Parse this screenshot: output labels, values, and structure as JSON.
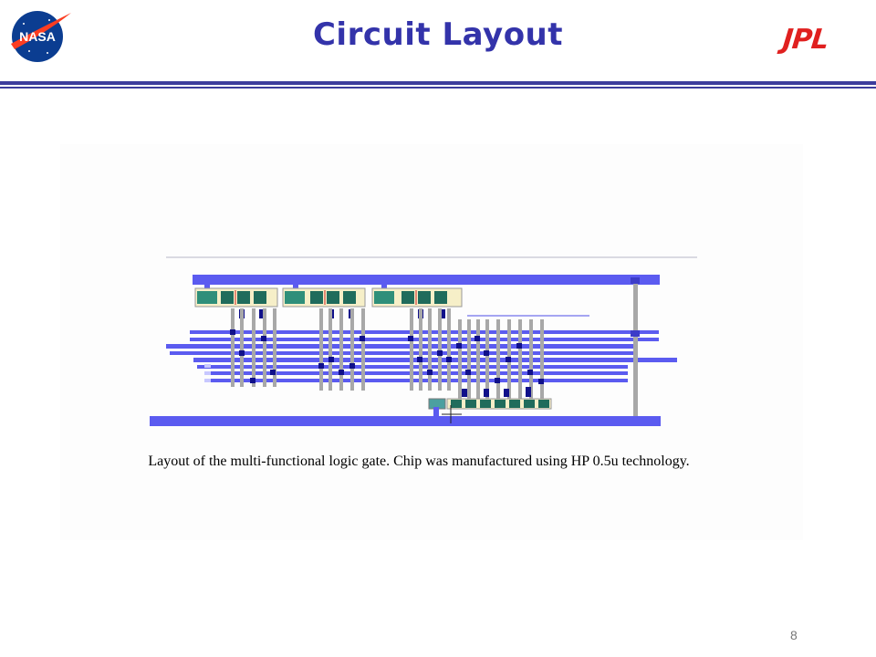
{
  "header": {
    "title": "Circuit Layout",
    "left_logo_text": "NASA",
    "right_logo_text": "JPL"
  },
  "figure": {
    "caption": "Layout of the multi-functional logic gate. Chip was manufactured using HP 0.5u technology."
  },
  "footer": {
    "page_number": "8"
  },
  "colors": {
    "title": "#3333aa",
    "rule": "#3c3c9c",
    "metal": "#5b5bf0",
    "poly": "#a8a8a8",
    "contact": "#10108a",
    "diffusion": "#2f8f7a",
    "jpl_red": "#e0201f"
  }
}
